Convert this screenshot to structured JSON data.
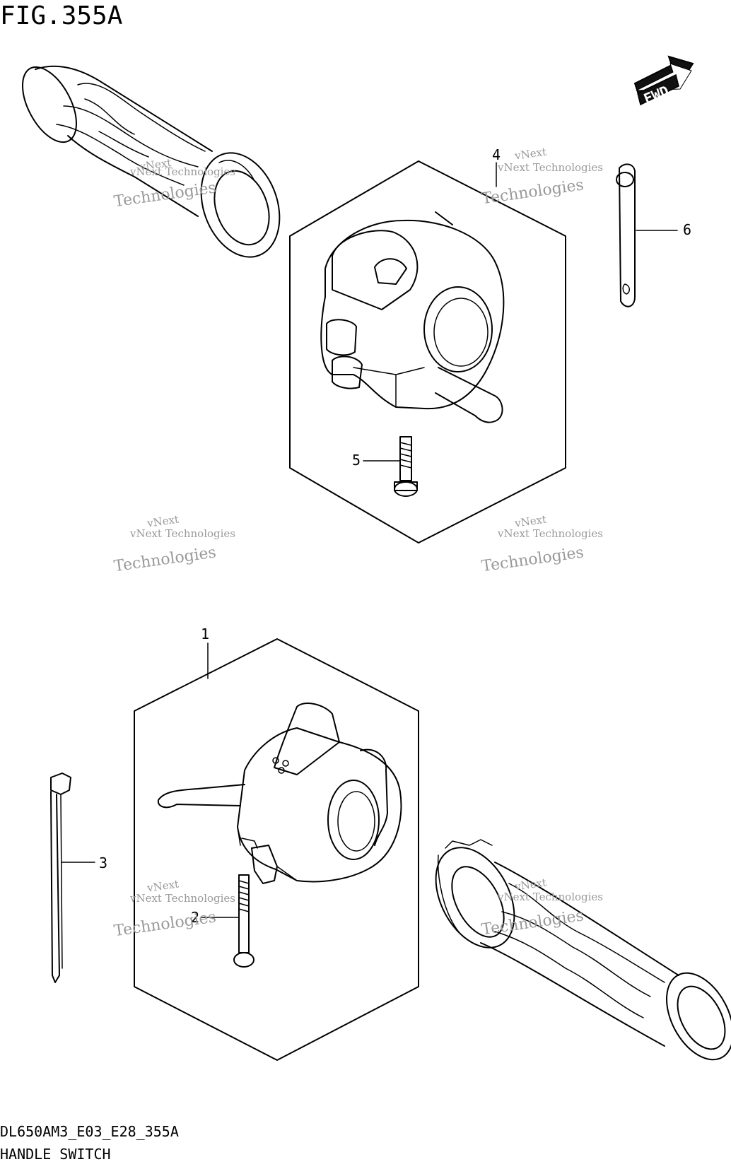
{
  "figure": {
    "title": "FIG.355A",
    "code": "DL650AM3_E03_E28_355A",
    "name": "HANDLE SWITCH",
    "direction_label": "FWD"
  },
  "callouts": [
    {
      "id": "1",
      "label": "1"
    },
    {
      "id": "2",
      "label": "2"
    },
    {
      "id": "3",
      "label": "3"
    },
    {
      "id": "4",
      "label": "4"
    },
    {
      "id": "5",
      "label": "5"
    },
    {
      "id": "6",
      "label": "6"
    }
  ],
  "watermark": {
    "line1": "vNext Technologies",
    "line2": "vNext",
    "line3": "Technologies"
  }
}
